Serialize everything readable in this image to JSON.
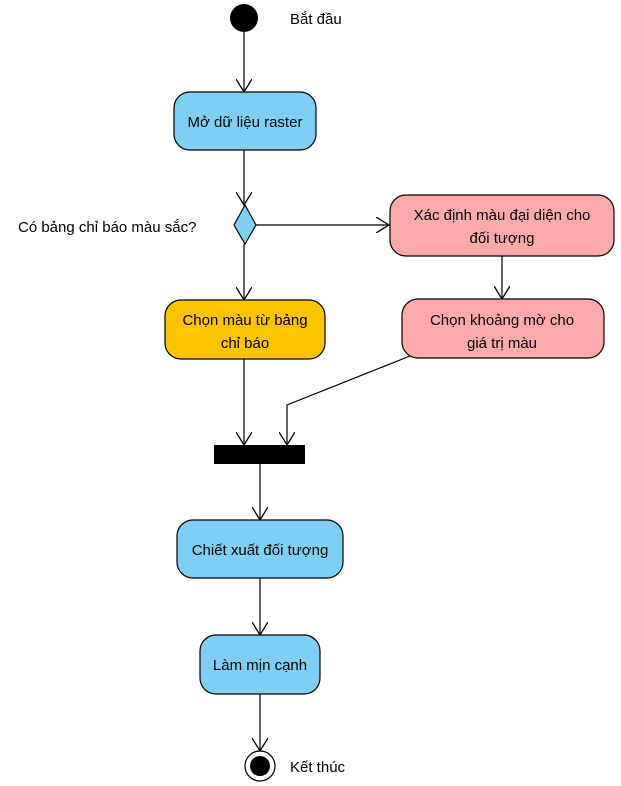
{
  "labels": {
    "start": "Bắt đầu",
    "end": "Kết thúc",
    "decision_question": "Có bảng chỉ báo màu sắc?"
  },
  "nodes": {
    "open_raster": {
      "line1": "Mở dữ liệu raster",
      "fill": "#7dcff5"
    },
    "choose_from_legend": {
      "line1": "Chọn màu từ bảng",
      "line2": "chỉ báo",
      "fill": "#ffc400"
    },
    "determine_color": {
      "line1": "Xác định màu đại diện cho",
      "line2": "đối tượng",
      "fill": "#ffaaaa"
    },
    "choose_fuzzy_range": {
      "line1": "Chọn khoảng mờ cho",
      "line2": "giá trị màu",
      "fill": "#ffaaaa"
    },
    "extract_object": {
      "line1": "Chiết xuất đối tượng",
      "fill": "#7dcff5"
    },
    "smooth_edges": {
      "line1": "Làm mịn cạnh",
      "fill": "#7dcff5"
    }
  },
  "colors": {
    "decision_fill": "#7dcff5",
    "initial_node": "#000000",
    "join_bar": "#000000"
  }
}
